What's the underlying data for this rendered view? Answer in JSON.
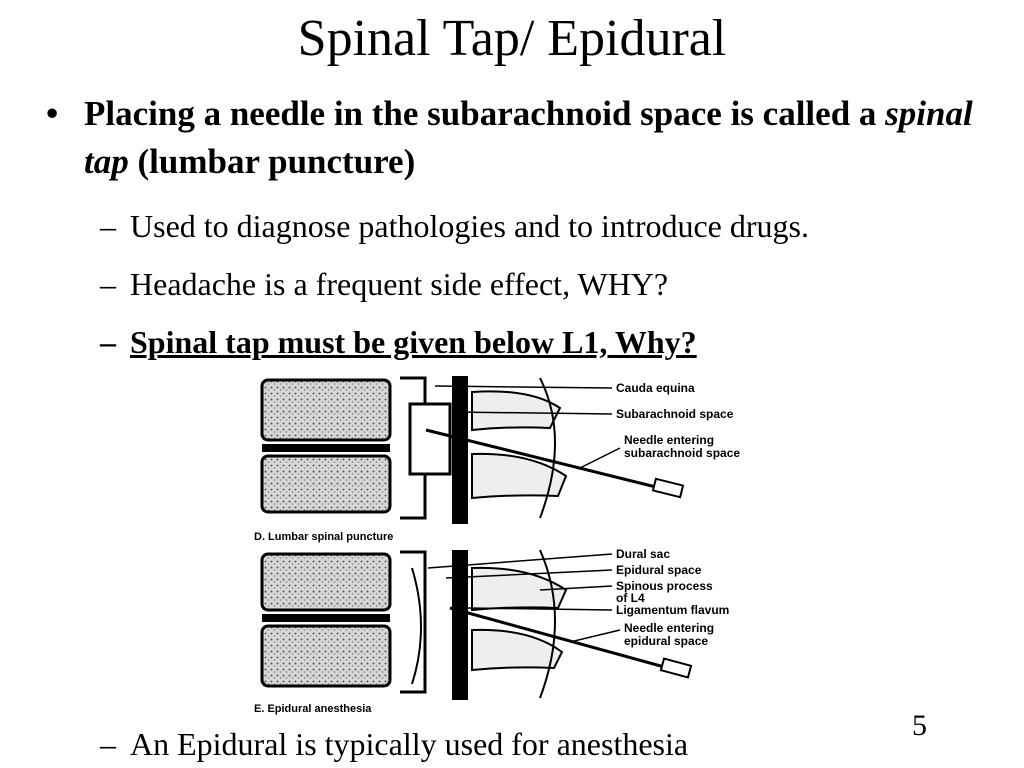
{
  "slide": {
    "title": "Spinal Tap/ Epidural",
    "bullet": {
      "glyph": "•",
      "part1": "Placing a needle in the subarachnoid space is called a ",
      "italic": "spinal tap",
      "part2": " (lumbar puncture)"
    },
    "sub_bullets": [
      {
        "dash": "–",
        "text": "Used to diagnose pathologies and to introduce drugs."
      },
      {
        "dash": "–",
        "text": "Headache is a frequent side effect, WHY?"
      },
      {
        "dash": "–",
        "text": "Spinal tap must be given below L1, Why?"
      },
      {
        "dash": "–",
        "text": "An Epidural is typically used for anesthesia"
      }
    ],
    "page_number": "5"
  },
  "figure": {
    "top_labels": [
      "Cauda equina",
      "Subarachnoid space",
      "Needle entering",
      "subarachnoid space"
    ],
    "top_caption": "D. Lumbar spinal puncture",
    "bottom_labels": [
      "Dural sac",
      "Epidural space",
      "Spinous process",
      "of L4",
      "Ligamentum flavum",
      "Needle entering",
      "epidural space"
    ],
    "bottom_caption": "E. Epidural anesthesia"
  }
}
